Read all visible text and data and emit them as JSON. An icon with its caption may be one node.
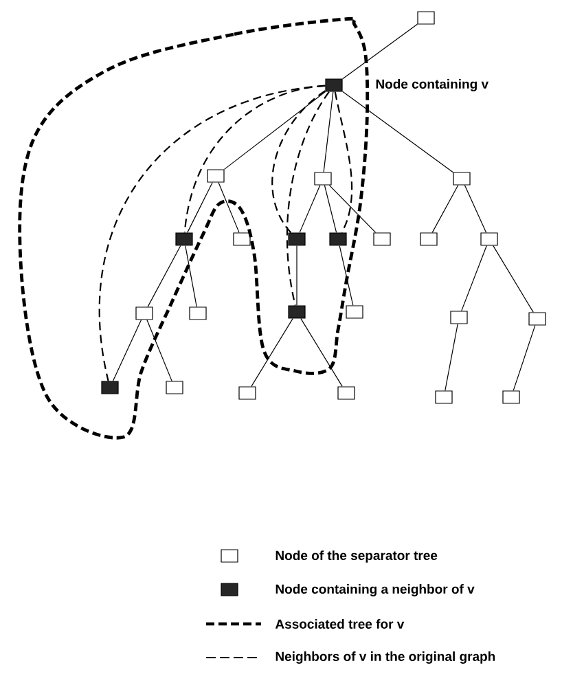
{
  "diagram": {
    "nodes": [
      {
        "text": [],
        "shape": "box"
      },
      {
        "text": [],
        "shape": "box",
        "beside": [
          "Node containing v"
        ]
      },
      {
        "text": [],
        "shape": "box"
      },
      {
        "text": [],
        "shape": "box"
      },
      {
        "text": [],
        "shape": "box"
      },
      {
        "text": [],
        "shape": "box"
      },
      {
        "text": [],
        "shape": "box"
      },
      {
        "text": [],
        "shape": "box"
      },
      {
        "text": [],
        "shape": "box"
      },
      {
        "text": [],
        "shape": "box"
      },
      {
        "text": [],
        "shape": "box"
      },
      {
        "text": [],
        "shape": "box"
      },
      {
        "text": [],
        "shape": "box"
      },
      {
        "text": [],
        "shape": "box"
      },
      {
        "text": [],
        "shape": "box"
      },
      {
        "text": [],
        "shape": "box"
      },
      {
        "text": [],
        "shape": "box"
      },
      {
        "text": [],
        "shape": "box"
      },
      {
        "text": [],
        "shape": "box"
      },
      {
        "text": [],
        "shape": "box"
      },
      {
        "text": [],
        "shape": "box"
      },
      {
        "text": [],
        "shape": "box"
      },
      {
        "text": [],
        "shape": "box"
      },
      {
        "text": [],
        "shape": "box"
      }
    ],
    "edges": [
      {
        "from": 0,
        "to": 1,
        "arrow": "none"
      },
      {
        "from": 1,
        "to": 2,
        "arrow": "none"
      },
      {
        "from": 1,
        "to": 3,
        "arrow": "none"
      },
      {
        "from": 1,
        "to": 4,
        "arrow": "none"
      },
      {
        "from": 2,
        "to": 5,
        "arrow": "none"
      },
      {
        "from": 2,
        "to": 6,
        "arrow": "none"
      },
      {
        "from": 3,
        "to": 7,
        "arrow": "none"
      },
      {
        "from": 3,
        "to": 8,
        "arrow": "none"
      },
      {
        "from": 3,
        "to": 9,
        "arrow": "none"
      },
      {
        "from": 4,
        "to": 10,
        "arrow": "none"
      },
      {
        "from": 4,
        "to": 11,
        "arrow": "none"
      },
      {
        "from": 5,
        "to": 12,
        "arrow": "none"
      },
      {
        "from": 5,
        "to": 13,
        "arrow": "none"
      },
      {
        "from": 7,
        "to": 14,
        "arrow": "none"
      },
      {
        "from": 8,
        "to": 15,
        "arrow": "none"
      },
      {
        "from": 11,
        "to": 16,
        "arrow": "none"
      },
      {
        "from": 11,
        "to": 17,
        "arrow": "none"
      },
      {
        "from": 12,
        "to": 18,
        "arrow": "none"
      },
      {
        "from": 12,
        "to": 19,
        "arrow": "none"
      },
      {
        "from": 14,
        "to": 20,
        "arrow": "none"
      },
      {
        "from": 14,
        "to": 21,
        "arrow": "none"
      },
      {
        "from": 16,
        "to": 22,
        "arrow": "none"
      },
      {
        "from": 17,
        "to": 23,
        "arrow": "none"
      },
      {
        "from": 1,
        "to": 18,
        "arrow": "none",
        "style": "dashed"
      },
      {
        "from": 1,
        "to": 5,
        "arrow": "none",
        "style": "dashed"
      },
      {
        "from": 1,
        "to": 7,
        "arrow": "none",
        "style": "dashed"
      },
      {
        "from": 1,
        "to": 14,
        "arrow": "none",
        "style": "dashed"
      },
      {
        "from": 1,
        "to": 8,
        "arrow": "none",
        "style": "dashed"
      }
    ],
    "legend": [
      {
        "text": "Node of the separator tree"
      },
      {
        "text": "Node containing a neighbor of v"
      },
      {
        "text": "Associated tree for v"
      },
      {
        "text": "Neighbors of v in the original graph"
      }
    ]
  }
}
